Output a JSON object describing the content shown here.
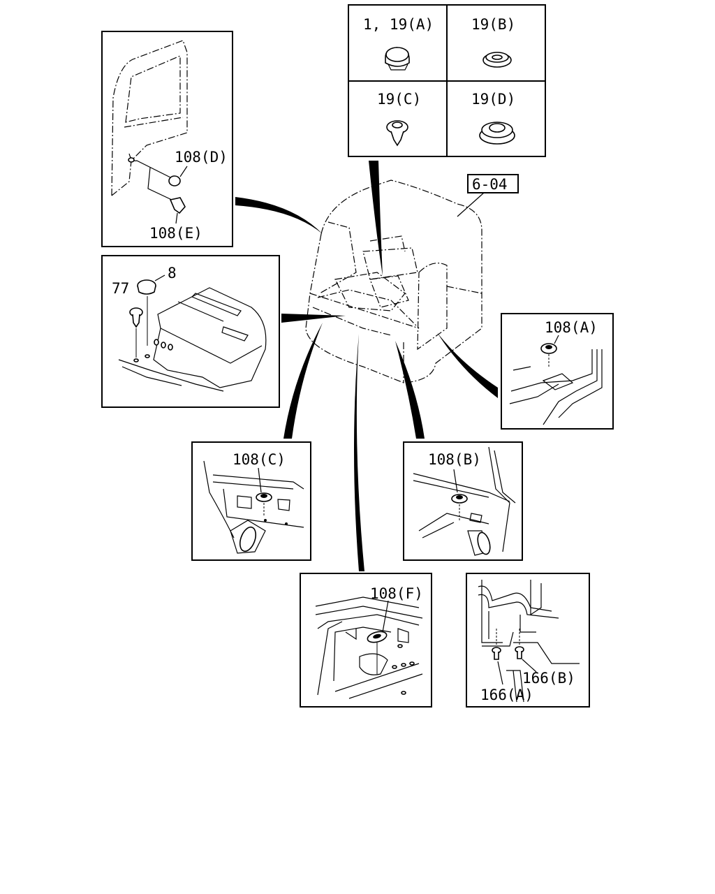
{
  "diagram": {
    "reference_box": "6-04",
    "grommet_chart": {
      "cell_a": "1, 19(A)",
      "cell_b": "19(B)",
      "cell_c": "19(C)",
      "cell_d": "19(D)"
    },
    "callouts": {
      "door_upper": "108(D)",
      "door_lower": "108(E)",
      "floor_cap": "8",
      "floor_clip": "77",
      "rear_right": "108(A)",
      "front_left": "108(C)",
      "front_right": "108(B)",
      "center_floor": "108(F)",
      "bolt_a": "166(A)",
      "bolt_b": "166(B)"
    }
  }
}
